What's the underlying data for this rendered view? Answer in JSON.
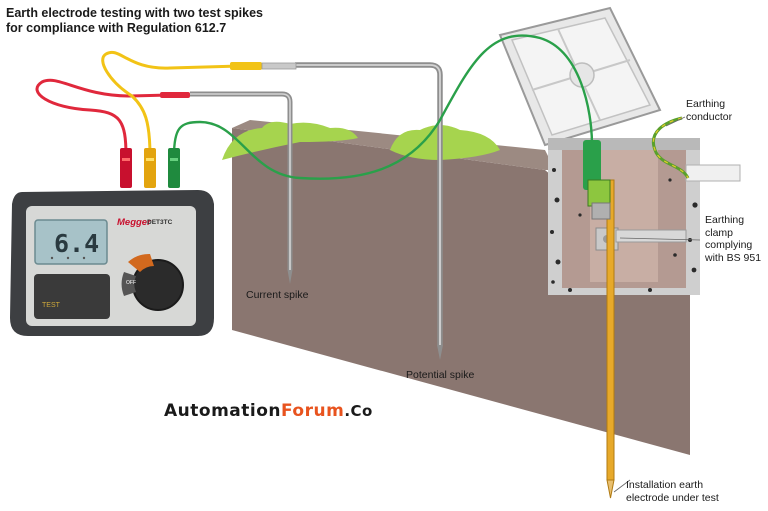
{
  "title_line1": "Earth electrode testing with two test spikes",
  "title_line2": "for compliance with Regulation 612.7",
  "labels": {
    "current_spike": "Current spike",
    "potential_spike": "Potential spike",
    "earthing_conductor": [
      "Earthing",
      "conductor"
    ],
    "earthing_clamp": [
      "Earthing",
      "clamp",
      "complying",
      "with BS 951"
    ],
    "installation_electrode": [
      "Installation earth",
      "electrode under test"
    ]
  },
  "meter": {
    "brand": "Megger",
    "model": "DET3TC",
    "reading": "6.4",
    "button": "TEST",
    "dial_marks": [
      "OFF"
    ]
  },
  "watermark": {
    "part1": "Automation",
    "part2": "Forum",
    "part3": ".Co"
  },
  "colors": {
    "soil": "#8a7670",
    "grass": "#a6d44e",
    "lead_red": "#e0283c",
    "lead_yellow": "#f2c316",
    "lead_green": "#2aa04a",
    "accent_orange": "#e8531e"
  }
}
